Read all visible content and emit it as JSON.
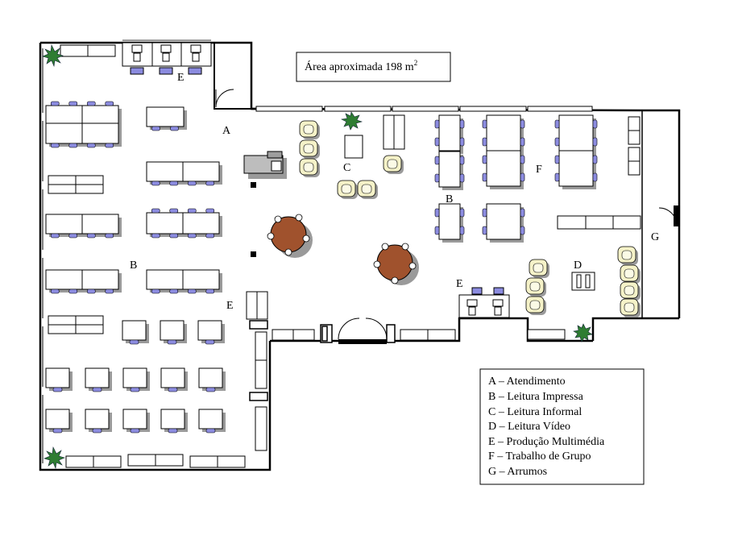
{
  "area_label": "Área aproximada 198 m",
  "area_sup": "2",
  "zones": {
    "a": "A",
    "b": "B",
    "c": "C",
    "d": "D",
    "e": "E",
    "f": "F",
    "g": "G"
  },
  "legend": [
    "A – Atendimento",
    "B – Leitura Impressa",
    "C – Leitura Informal",
    "D – Leitura Vídeo",
    "E – Produção Multimédia",
    "F – Trabalho de Grupo",
    "G – Arrumos"
  ],
  "colors": {
    "wall": "#000000",
    "shadow": "#9a9a9a",
    "chair": "#8c8ce0",
    "armchair": "#f5f2c8",
    "round_table": "#a0522d",
    "plant": "#2e7d32",
    "counter": "#9e9e9e"
  }
}
